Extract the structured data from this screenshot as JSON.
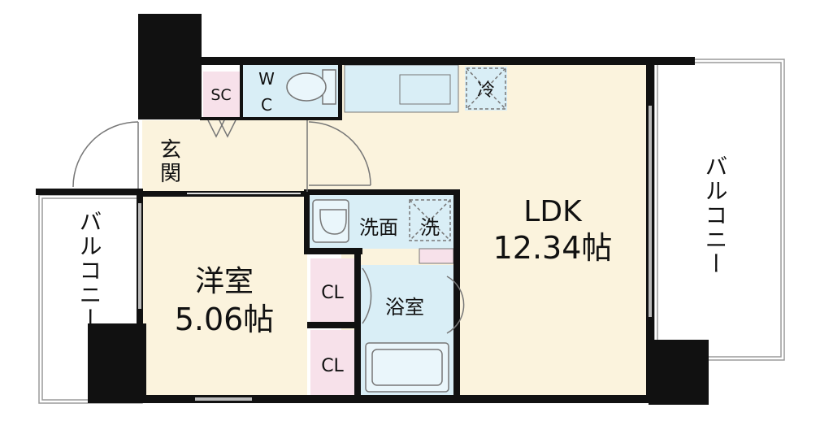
{
  "rooms": {
    "sc": "SC",
    "wc_top": "W",
    "wc_bottom": "C",
    "fridge": "冷",
    "entrance_1": "玄",
    "entrance_2": "関",
    "ldk": "LDK",
    "ldk_size": "12.34帖",
    "washroom": "洗面",
    "washer": "洗",
    "bathroom": "浴室",
    "closet_1": "CL",
    "closet_2": "CL",
    "western_room": "洋室",
    "western_size": "5.06帖",
    "balcony_right": "バルコニー",
    "balcony_left": "バルコニー"
  },
  "colors": {
    "floor": "#fbf3dd",
    "water": "#d9eef6",
    "closet": "#f7e1ea",
    "wall": "#111111",
    "thin_line": "#9a9a9a"
  }
}
